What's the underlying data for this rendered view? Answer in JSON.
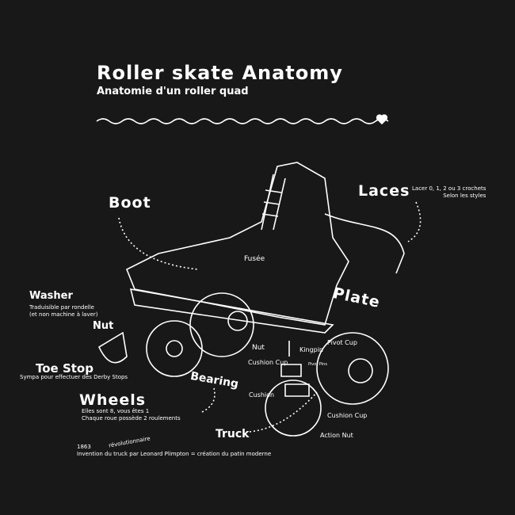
{
  "title": "Roller skate Anatomy",
  "subtitle": "Anatomie d'un roller quad",
  "colors": {
    "background": "#181818",
    "ink": "#ffffff"
  },
  "labels": {
    "boot": "Boot",
    "laces": "Laces",
    "laces_note": [
      "Lacer 0, 1, 2 ou 3 crochets",
      "Selon les styles"
    ],
    "fusee": "Fusée",
    "plate": "Plate",
    "washer": "Washer",
    "washer_note": [
      "Traduisible par rondelle",
      "(et non machine à laver)"
    ],
    "nut": "Nut",
    "toe_stop": "Toe Stop",
    "toe_stop_note": "Sympa pour effectuer des Derby Stops",
    "wheels": "Wheels",
    "wheels_note": [
      "Elles sont 8, vous êtes 1",
      "Chaque roue possède 2 roulements"
    ],
    "bearing": "Bearing",
    "truck_nut": "Nut",
    "kingpin": "Kingpin",
    "pivot_cup": "Pivot Cup",
    "cushion_cup_top": "Cushion Cup",
    "pivot_pin": "Pivot Pins",
    "cushion": "Cushion",
    "cushion_cup_bottom": "Cushion Cup",
    "action_nut": "Action Nut",
    "truck": "Truck",
    "history_year": "1863",
    "history_word": "révolutionnaire",
    "history_text": "Invention du truck par Leonard Plimpton = création du patin moderne"
  }
}
